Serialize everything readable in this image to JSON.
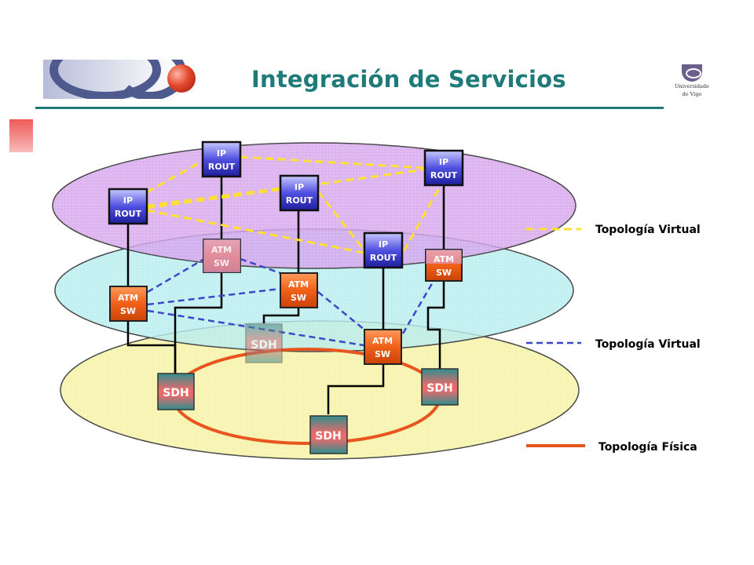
{
  "header": {
    "title": "Integración de Servicios",
    "university_line1": "Universidade",
    "university_line2": "de Vigo"
  },
  "nodes": {
    "ip_rout_line1": "IP",
    "ip_rout_line2": "ROUT",
    "atm_sw_line1": "ATM",
    "atm_sw_line2": "SW",
    "sdh": "SDH"
  },
  "legend": {
    "ip_virtual": "Topología Virtual",
    "atm_virtual": "Topología Virtual",
    "physical": "Topología Física"
  },
  "colors": {
    "title": "#1f7a7a",
    "ip_layer": "#d9a8ee",
    "atm_layer": "#b6ecef",
    "sdh_layer": "#f7f5b2",
    "ip_virtual_link": "#ffdf30",
    "atm_virtual_link": "#3a47c8",
    "physical_link": "#e8551e"
  }
}
